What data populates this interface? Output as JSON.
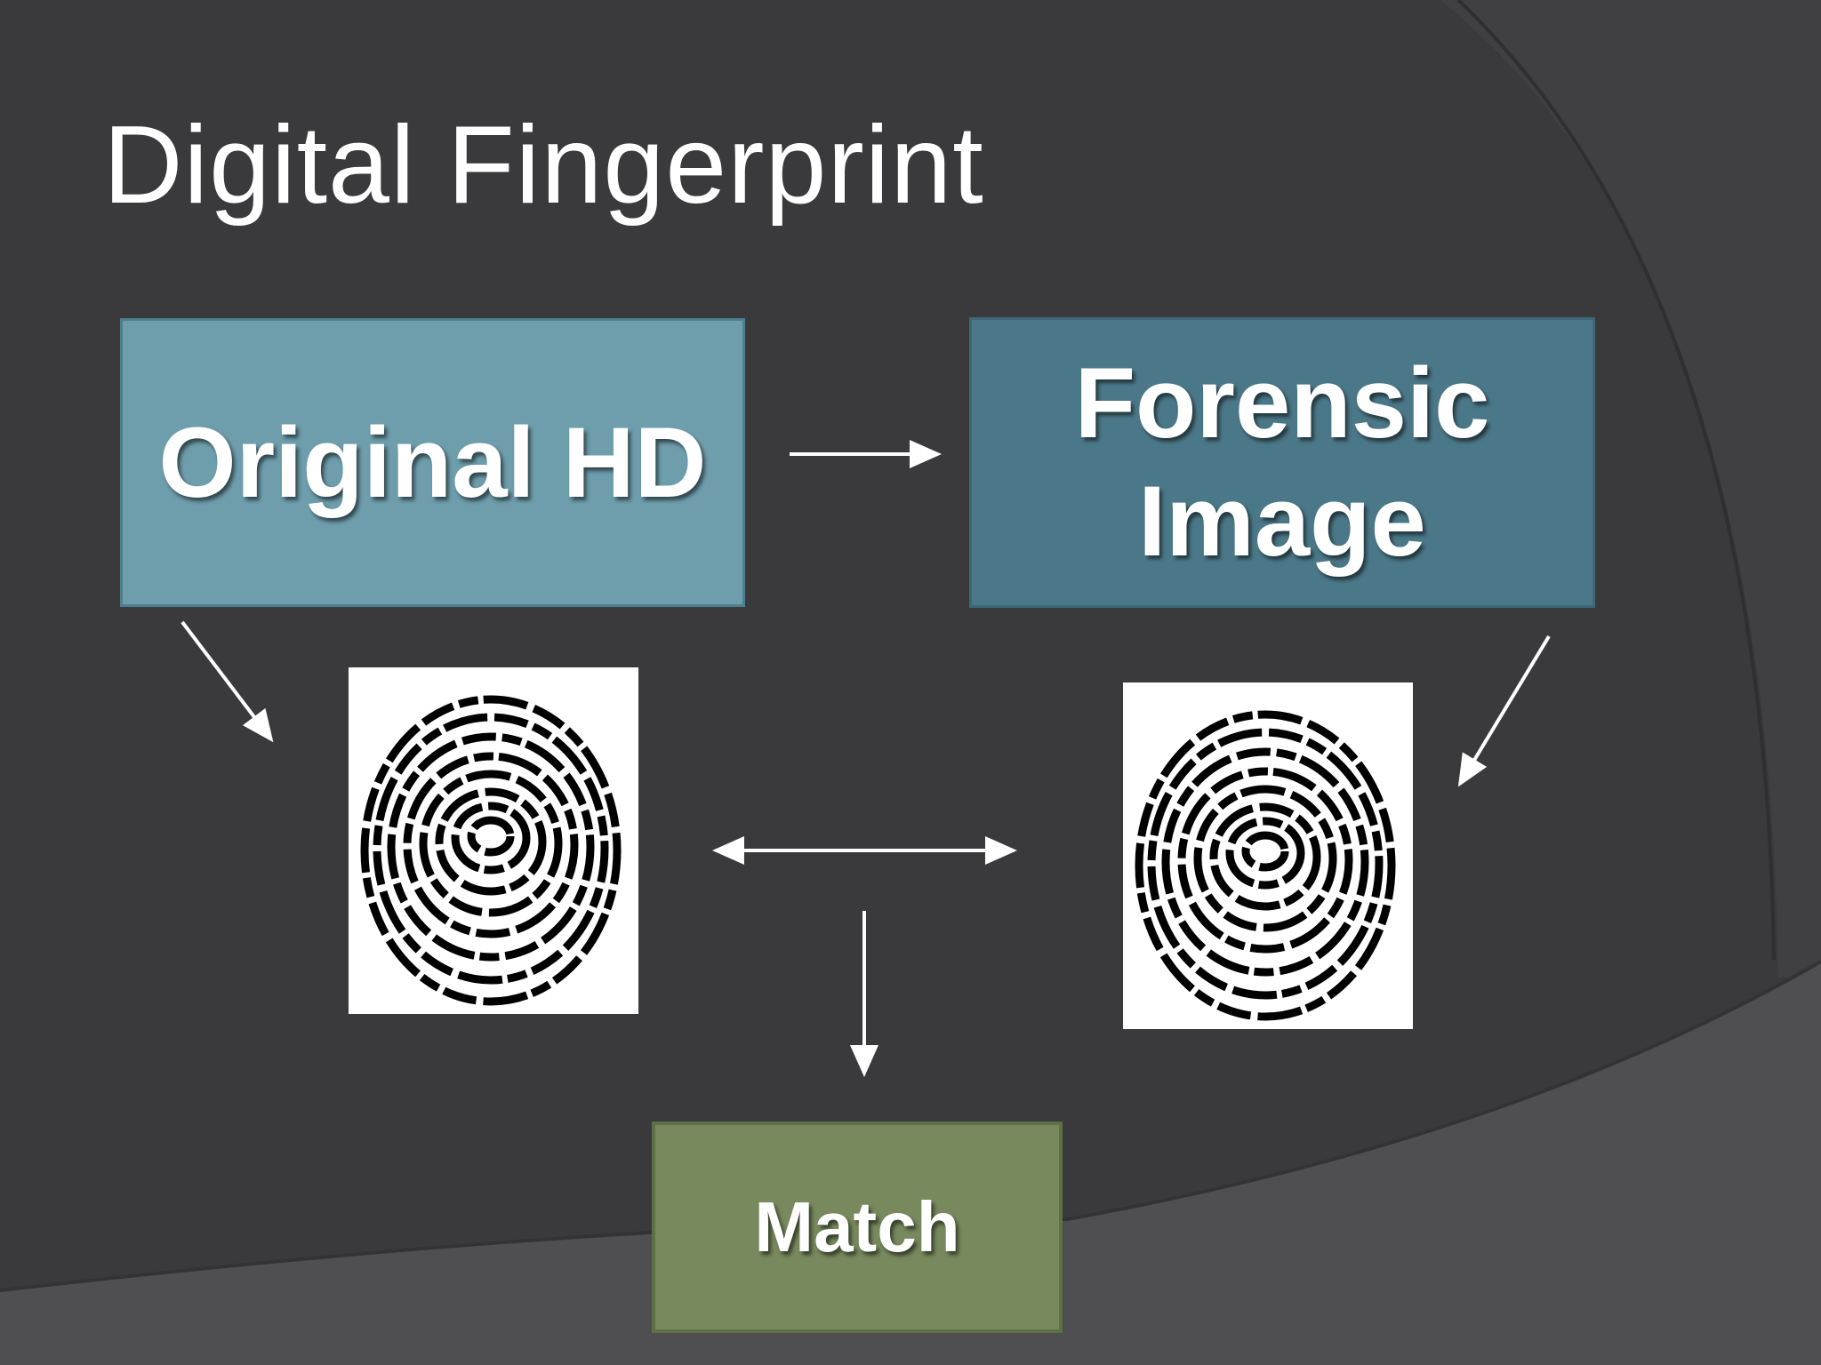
{
  "slide": {
    "title": "Digital Fingerprint",
    "background_color": "#3a3a3c",
    "accent_arc_color": "#4f4f52"
  },
  "boxes": {
    "original": {
      "line1": "Original HD",
      "fill": "#6e9dac"
    },
    "forensic": {
      "line1": "Forensic",
      "line2": "Image",
      "fill": "#4b7888"
    },
    "match": {
      "line1": "Match",
      "fill": "#77895d"
    }
  },
  "images": {
    "left": {
      "icon": "fingerprint-icon"
    },
    "right": {
      "icon": "fingerprint-icon"
    }
  },
  "connectors": [
    {
      "from": "original",
      "to": "forensic",
      "style": "single-arrow"
    },
    {
      "from": "original",
      "to": "left-fingerprint",
      "style": "single-arrow"
    },
    {
      "from": "forensic",
      "to": "right-fingerprint",
      "style": "single-arrow"
    },
    {
      "from": "left-fingerprint",
      "to": "right-fingerprint",
      "style": "double-arrow"
    },
    {
      "from": "comparison",
      "to": "match",
      "style": "single-arrow"
    }
  ]
}
